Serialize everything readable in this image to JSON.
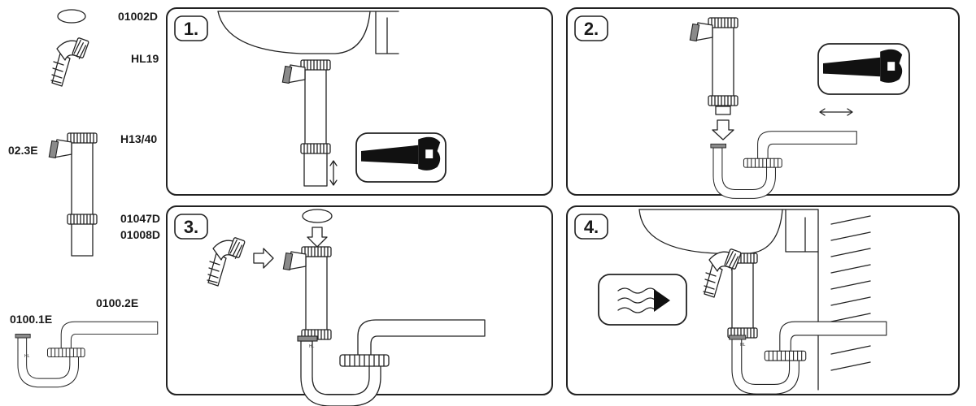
{
  "parts": {
    "washer_code": "01002D",
    "elbow_code": "HL19",
    "side_inlet_code": "02.3E",
    "pipe_code": "H13/40",
    "nut_code_a": "01047D",
    "nut_code_b": "01008D",
    "trap_code_a": "0100.1E",
    "trap_code_b": "0100.2E"
  },
  "steps": [
    {
      "number": "1.",
      "icon": "saw-icon"
    },
    {
      "number": "2.",
      "icon": "saw-icon"
    },
    {
      "number": "3.",
      "icon": "washer-icon"
    },
    {
      "number": "4.",
      "icon": "water-flow-icon"
    }
  ],
  "trap_marking": "HL",
  "colors": {
    "ink": "#222222",
    "gasket": "#8a8a8a",
    "tool": "#111111"
  }
}
